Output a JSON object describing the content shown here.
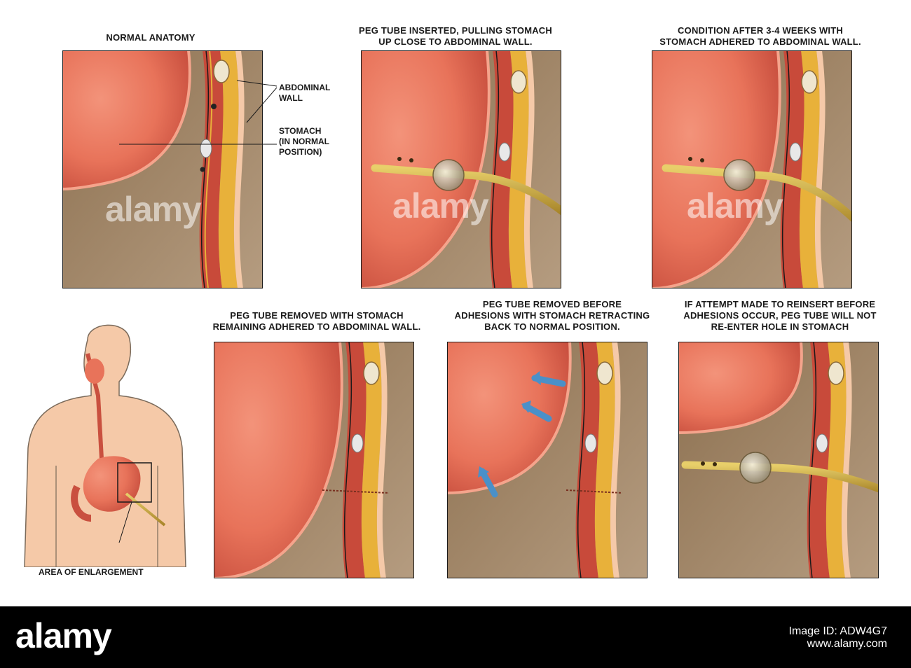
{
  "captions": {
    "p1": [
      "NORMAL ANATOMY"
    ],
    "p2": [
      "PEG TUBE INSERTED, PULLING STOMACH",
      "UP CLOSE TO ABDOMINAL WALL."
    ],
    "p3": [
      "CONDITION AFTER 3-4 WEEKS WITH",
      "STOMACH ADHERED TO ABDOMINAL WALL."
    ],
    "p4": [
      "PEG TUBE REMOVED WITH  STOMACH",
      "REMAINING ADHERED TO ABDOMINAL WALL."
    ],
    "p5": [
      "PEG TUBE REMOVED BEFORE",
      "ADHESIONS WITH STOMACH RETRACTING",
      "BACK TO NORMAL POSITION."
    ],
    "p6": [
      "IF ATTEMPT MADE TO REINSERT BEFORE",
      "ADHESIONS OCCUR, PEG TUBE WILL NOT",
      "RE-ENTER HOLE IN STOMACH"
    ]
  },
  "labels": {
    "abdominal_wall": [
      "ABDOMINAL",
      "WALL"
    ],
    "stomach": [
      "STOMACH",
      "(IN NORMAL",
      "POSITION)"
    ],
    "area_of_enlargement": "AREA OF ENLARGEMENT"
  },
  "footer": {
    "logo": "alamy",
    "image_id": [
      "Image ID: ADW4G7",
      "www.alamy.com"
    ]
  },
  "watermark": "alamy",
  "colors": {
    "stomach": "#e8735a",
    "stomach_dark": "#c9503f",
    "cavity": "#a48a6c",
    "muscle": "#c84a3a",
    "fat": "#e8b13a",
    "tube": "#c9a43a",
    "skin": "#f5c9a8",
    "arrow": "#4a90c8"
  }
}
